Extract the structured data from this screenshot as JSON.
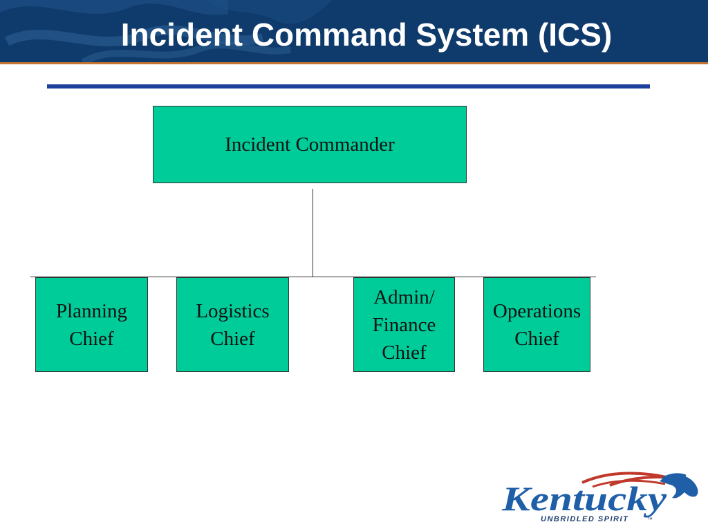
{
  "slide": {
    "title": "Incident Command System (ICS)"
  },
  "chart": {
    "root": {
      "label": "Incident Commander"
    },
    "children": [
      {
        "label": "Planning\nChief"
      },
      {
        "label": "Logistics\nChief"
      },
      {
        "label": "Admin/\nFinance\nChief"
      },
      {
        "label": "Operations\nChief"
      }
    ]
  },
  "logo": {
    "wordmark": "Kentucky",
    "tagline": "UNBRIDLED SPIRIT",
    "trademark": "™"
  },
  "colors": {
    "header": "#0e3b6b",
    "accent_rule": "#c8762e",
    "blue_rule": "#1e3f9b",
    "box_fill": "#00cc99"
  }
}
